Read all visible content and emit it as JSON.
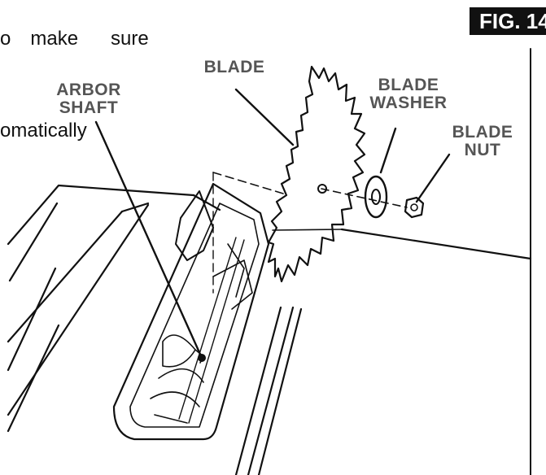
{
  "figure_tag": "FIG. 14",
  "body_text": {
    "line1_words": [
      "o",
      "make",
      "sure"
    ],
    "line2": "omatically"
  },
  "labels": {
    "blade": "BLADE",
    "arbor_shaft": [
      "ARBOR",
      "SHAFT"
    ],
    "blade_washer": [
      "BLADE",
      "WASHER"
    ],
    "blade_nut": [
      "BLADE",
      "NUT"
    ]
  },
  "colors": {
    "ink": "#111111",
    "label_gray": "#555555",
    "background": "#ffffff"
  }
}
